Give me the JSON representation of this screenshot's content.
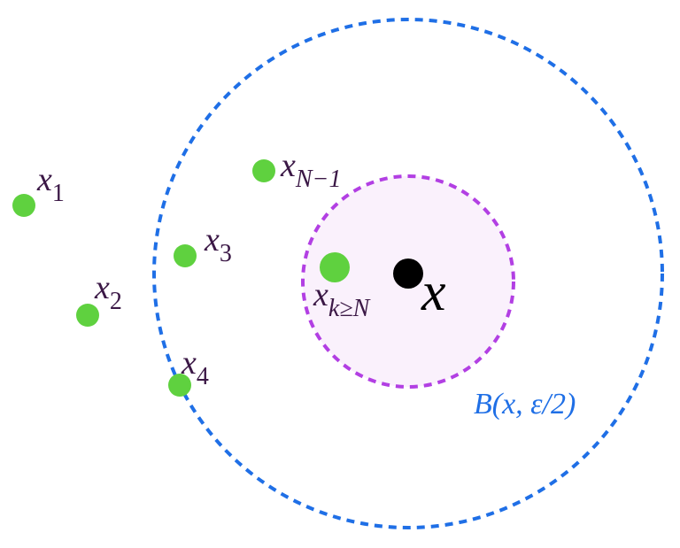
{
  "colors": {
    "outer_circle": "#1f6fe6",
    "inner_circle": "#b23fe3",
    "inner_fill": "#faf1fc",
    "sequence_point": "#5fd13f",
    "center_point": "#000000",
    "label_text": "#3b1846",
    "ball_label": "#1f6fe6"
  },
  "center": {
    "label": "x"
  },
  "ball_label": "B(x, ε/2)",
  "points": [
    {
      "base": "x",
      "sub": "1"
    },
    {
      "base": "x",
      "sub": "2"
    },
    {
      "base": "x",
      "sub": "3"
    },
    {
      "base": "x",
      "sub": "4"
    },
    {
      "base": "x",
      "sub": "N−1"
    },
    {
      "base": "x",
      "sub": "k≥N"
    }
  ]
}
